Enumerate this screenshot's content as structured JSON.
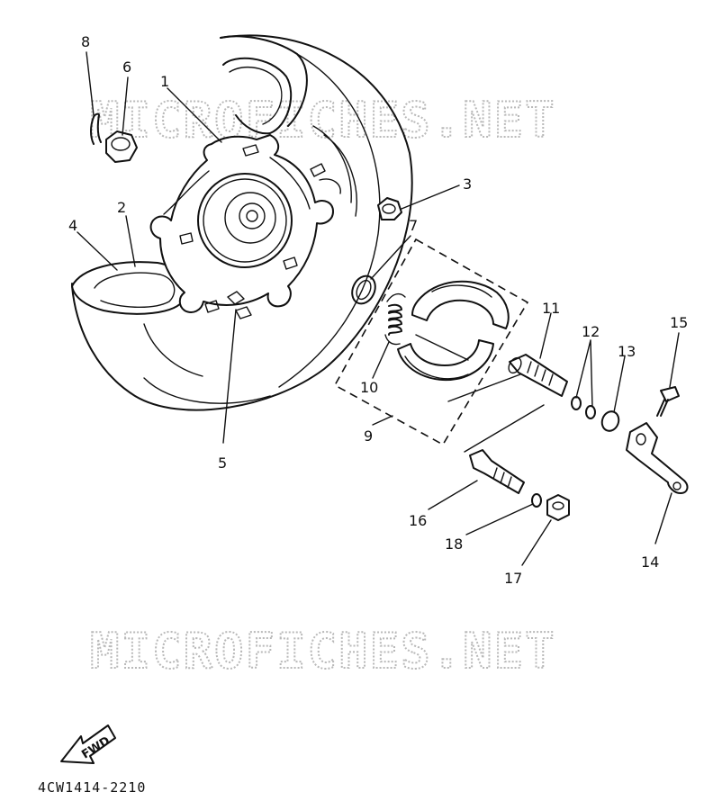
{
  "watermark_text": "MICROFICHES.NET",
  "fwd_label": "FWD",
  "diagram_code": "4CW1414-2210",
  "callouts": {
    "c1": "1",
    "c2": "2",
    "c3": "3",
    "c4": "4",
    "c5": "5",
    "c6": "6",
    "c7": "7",
    "c8": "8",
    "c9": "9",
    "c10": "10",
    "c11": "11",
    "c12": "12",
    "c13": "13",
    "c14": "14",
    "c15": "15",
    "c16": "16",
    "c17": "17",
    "c18": "18"
  },
  "colors": {
    "line": "#111111",
    "watermark": "#b9b9b9",
    "background": "#ffffff"
  }
}
